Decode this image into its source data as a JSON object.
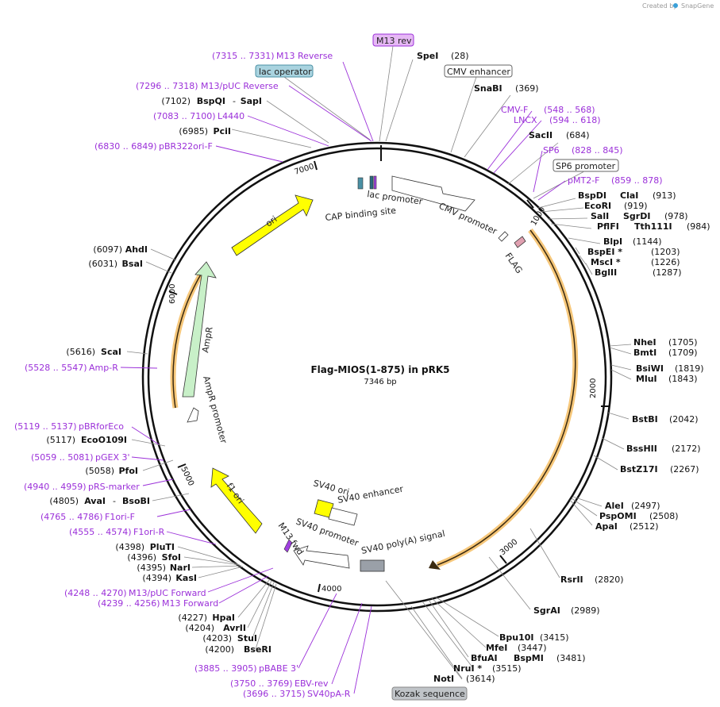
{
  "credit": {
    "created_by": "Created by",
    "brand": "SnapGene"
  },
  "plasmid": {
    "name": "Flag-MIOS(1-875) in pRK5",
    "size": "7346 bp"
  },
  "ticks": [
    "1000",
    "2000",
    "3000",
    "4000",
    "5000",
    "6000",
    "7000"
  ],
  "boxed_labels": {
    "m13rev": "M13 rev",
    "lac_operator": "lac operator",
    "cmv_enhancer": "CMV enhancer",
    "sp6_promoter": "SP6 promoter",
    "kozak": "Kozak sequence"
  },
  "features": {
    "lac_promoter": "lac promoter",
    "cap": "CAP binding site",
    "cmv_promoter": "CMV promoter",
    "flag": "FLAG",
    "ori": "ori",
    "ampr": "AmpR",
    "ampr_promoter": "AmpR promoter",
    "f1ori": "f1 ori",
    "sv40ori": "SV40 ori",
    "sv40enh": "SV40 enhancer",
    "sv40prom": "SV40 promoter",
    "m13fwd": "M13 fwd",
    "sv40polya": "SV40 poly(A) signal"
  },
  "sites": [
    {
      "name": "SpeI",
      "pos": "(28)"
    },
    {
      "name": "SnaBI",
      "pos": "(369)"
    },
    {
      "name": "SacII",
      "pos": "(684)"
    },
    {
      "name": "BspDI",
      "name2": "ClaI",
      "pos": "(913)"
    },
    {
      "name": "EcoRI",
      "pos": "(919)"
    },
    {
      "name": "SalI",
      "name2": "SgrDI",
      "pos": "(978)"
    },
    {
      "name": "PflFI",
      "name2": "Tth111I",
      "pos": "(984)"
    },
    {
      "name": "BlpI",
      "pos": "(1144)"
    },
    {
      "name": "BspEI *",
      "pos": "(1203)"
    },
    {
      "name": "MscI *",
      "pos": "(1226)"
    },
    {
      "name": "BglII",
      "pos": "(1287)"
    },
    {
      "name": "NheI",
      "pos": "(1705)"
    },
    {
      "name": "BmtI",
      "pos": "(1709)"
    },
    {
      "name": "BsiWI",
      "pos": "(1819)"
    },
    {
      "name": "MluI",
      "pos": "(1843)"
    },
    {
      "name": "BstBI",
      "pos": "(2042)"
    },
    {
      "name": "BssHII",
      "pos": "(2172)"
    },
    {
      "name": "BstZ17I",
      "pos": "(2267)"
    },
    {
      "name": "AleI",
      "pos": "(2497)"
    },
    {
      "name": "PspOMI",
      "pos": "(2508)"
    },
    {
      "name": "ApaI",
      "pos": "(2512)"
    },
    {
      "name": "RsrII",
      "pos": "(2820)"
    },
    {
      "name": "SgrAI",
      "pos": "(2989)"
    },
    {
      "name": "Bpu10I",
      "pos": "(3415)"
    },
    {
      "name": "MfeI",
      "pos": "(3447)"
    },
    {
      "name": "BfuAI",
      "name2": "BspMI",
      "pos": "(3481)"
    },
    {
      "name": "NruI *",
      "pos": "(3515)"
    },
    {
      "name": "NotI",
      "pos": "(3614)"
    },
    {
      "name": "BseRI",
      "pos": "(4200)"
    },
    {
      "name": "StuI",
      "pos": "(4203)"
    },
    {
      "name": "AvrII",
      "pos": "(4204)"
    },
    {
      "name": "HpaI",
      "pos": "(4227)"
    },
    {
      "name": "KasI",
      "pos": "(4394)"
    },
    {
      "name": "NarI",
      "pos": "(4395)"
    },
    {
      "name": "SfoI",
      "pos": "(4396)"
    },
    {
      "name": "PluTI",
      "pos": "(4398)"
    },
    {
      "name": "AvaI",
      "name2": "BsoBI",
      "pos": "(4805)"
    },
    {
      "name": "PfoI",
      "pos": "(5058)"
    },
    {
      "name": "EcoO109I",
      "pos": "(5117)"
    },
    {
      "name": "ScaI",
      "pos": "(5616)"
    },
    {
      "name": "BsaI",
      "pos": "(6031)"
    },
    {
      "name": "AhdI",
      "pos": "(6097)"
    },
    {
      "name": "PciI",
      "pos": "(6985)"
    },
    {
      "name": "BspQI",
      "name2": "SapI",
      "pos": "(7102)"
    }
  ],
  "primers": [
    {
      "range": "(7315 .. 7331)",
      "name": "M13 Reverse"
    },
    {
      "range": "(7296 .. 7318)",
      "name": "M13/pUC Reverse"
    },
    {
      "range": "(7083 .. 7100)",
      "name": "L4440"
    },
    {
      "range": "(6830 .. 6849)",
      "name": "pBR322ori-F"
    },
    {
      "range": "(548 .. 568)",
      "name": "CMV-F"
    },
    {
      "range": "(594 .. 618)",
      "name": "LNCX"
    },
    {
      "range": "(828 .. 845)",
      "name": "SP6"
    },
    {
      "range": "(859 .. 878)",
      "name": "pMT2-F"
    },
    {
      "range": "(5528 .. 5547)",
      "name": "Amp-R"
    },
    {
      "range": "(5119 .. 5137)",
      "name": "pBRforEco"
    },
    {
      "range": "(5059 .. 5081)",
      "name": "pGEX 3'"
    },
    {
      "range": "(4940 .. 4959)",
      "name": "pRS-marker"
    },
    {
      "range": "(4765 .. 4786)",
      "name": "F1ori-F"
    },
    {
      "range": "(4555 .. 4574)",
      "name": "F1ori-R"
    },
    {
      "range": "(4248 .. 4270)",
      "name": "M13/pUC Forward"
    },
    {
      "range": "(4239 .. 4256)",
      "name": "M13 Forward"
    },
    {
      "range": "(3885 .. 3905)",
      "name": "pBABE 3'"
    },
    {
      "range": "(3750 .. 3769)",
      "name": "EBV-rev"
    },
    {
      "range": "(3696 .. 3715)",
      "name": "SV40pA-R"
    }
  ]
}
